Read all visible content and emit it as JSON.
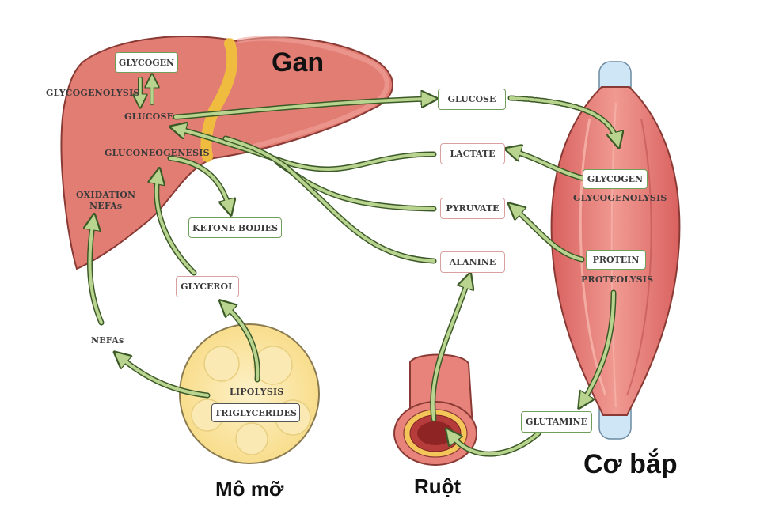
{
  "organs": {
    "liver": "Gan",
    "muscle": "Cơ bắp",
    "adipose": "Mô mỡ",
    "intestine": "Ruột"
  },
  "liver_labels": {
    "glycogen": "GLYCOGEN",
    "glycogenolysis": "GLYCOGENOLYSIS",
    "glucose": "GLUCOSE",
    "gluconeogenesis": "GLUCONEOGENESIS",
    "oxidation_line1": "OXIDATION",
    "oxidation_line2": "NEFAs",
    "ketone_bodies": "KETONE BODIES"
  },
  "blood_boxes": {
    "glucose": "GLUCOSE",
    "lactate": "LACTATE",
    "pyruvate": "PYRUVATE",
    "alanine": "ALANINE",
    "glutamine": "GLUTAMINE"
  },
  "muscle_labels": {
    "glycogen": "GLYCOGEN",
    "glycogenolysis": "GLYCOGENOLYSIS",
    "protein": "PROTEIN",
    "proteolysis": "PROTEOLYSIS"
  },
  "adipose_labels": {
    "glycerol": "GLYCEROL",
    "nefas": "NEFAs",
    "lipolysis": "LIPOLYSIS",
    "triglycerides": "TRIGLYCERIDES"
  },
  "colors": {
    "liver": "#e27d74",
    "liver_dark": "#c95a52",
    "muscle": "#e47d7a",
    "fat": "#fbe7a8",
    "arrow": "#b9d48e",
    "arrow_stroke": "#3c5a28",
    "box_green": "#6f9f5a",
    "box_red": "#d9a0a0"
  }
}
